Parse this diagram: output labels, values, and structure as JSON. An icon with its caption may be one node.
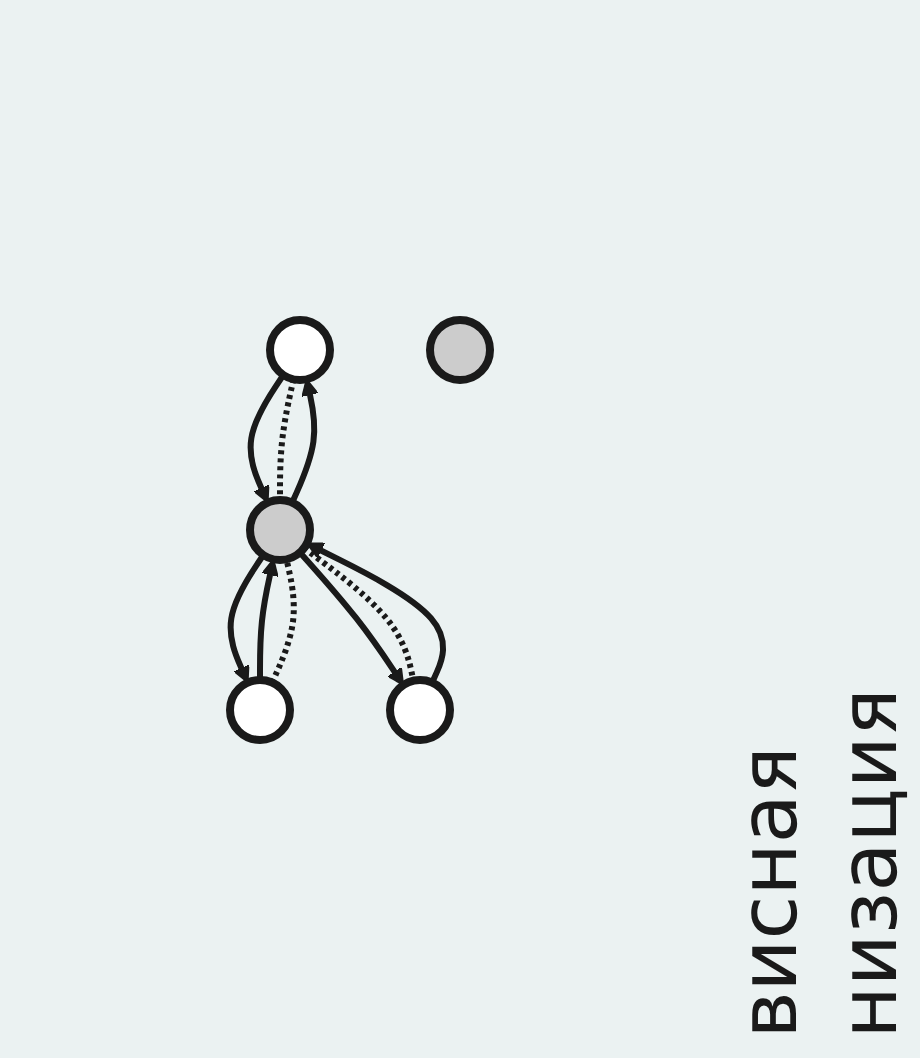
{
  "diagram": {
    "nodes": [
      {
        "text": [],
        "shape": "circle"
      },
      {
        "text": [],
        "shape": "circle"
      },
      {
        "text": [],
        "shape": "circle"
      },
      {
        "text": [],
        "shape": "circle"
      },
      {
        "text": [],
        "shape": "circle"
      }
    ],
    "edges": [
      {
        "from": 0,
        "to": 1,
        "arrow": "to"
      },
      {
        "from": 1,
        "to": 0,
        "arrow": "to"
      },
      {
        "from": 1,
        "to": 2,
        "arrow": "to"
      },
      {
        "from": 2,
        "to": 1,
        "arrow": "to"
      },
      {
        "from": 1,
        "to": 3,
        "arrow": "to"
      },
      {
        "from": 3,
        "to": 1,
        "arrow": "to"
      },
      {
        "from": 0,
        "to": 1,
        "arrow": "none",
        "style": "dashed"
      },
      {
        "from": 2,
        "to": 1,
        "arrow": "none",
        "style": "dashed"
      },
      {
        "from": 1,
        "to": 3,
        "arrow": "none",
        "style": "dashed"
      }
    ],
    "labels": [
      "висная",
      "низация"
    ]
  }
}
